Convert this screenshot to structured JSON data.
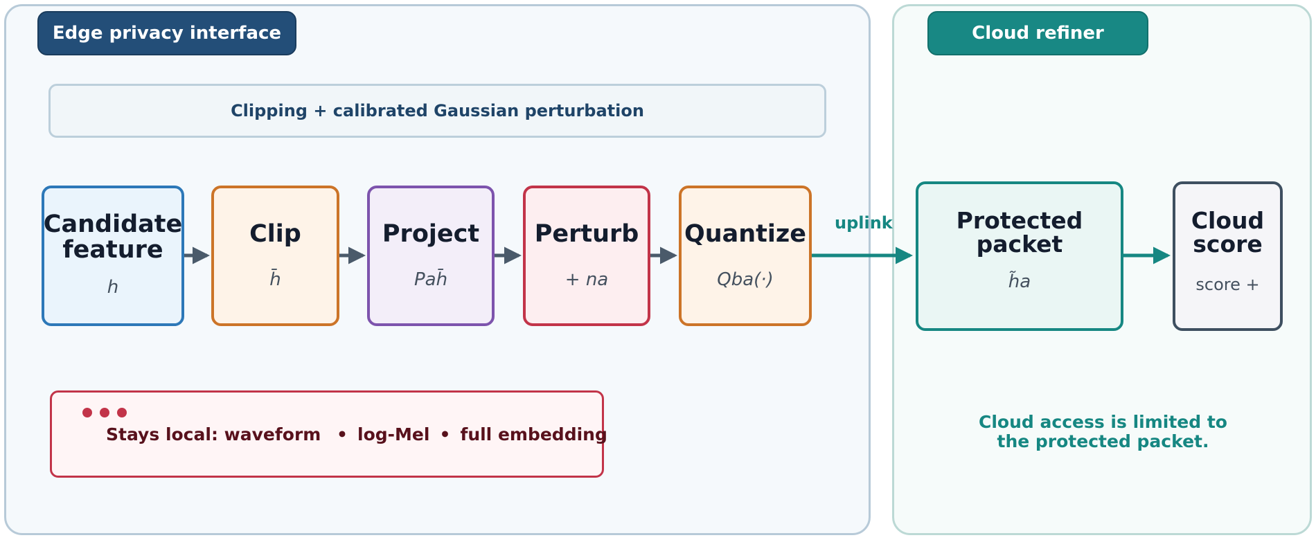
{
  "edge_panel": {
    "title": "Edge privacy interface",
    "banner": "Clipping + calibrated Gaussian perturbation",
    "nodes": [
      {
        "title": "Candidate feature",
        "symbol": "h"
      },
      {
        "title": "Clip",
        "symbol": "h̄"
      },
      {
        "title": "Project",
        "symbol": "Pah̄"
      },
      {
        "title": "Perturb",
        "symbol": "+ na"
      },
      {
        "title": "Quantize",
        "symbol": "Qba(·)"
      }
    ],
    "local_note": {
      "prefix": "Stays local:",
      "items": [
        "waveform",
        "log-Mel",
        "full embedding"
      ],
      "separator": "•"
    }
  },
  "uplink_label": "uplink",
  "cloud_panel": {
    "title": "Cloud refiner",
    "nodes": [
      {
        "title": "Protected packet",
        "symbol": "h̃a"
      },
      {
        "title": "Cloud score",
        "symbol": "score +"
      }
    ],
    "note": "Cloud access is limited to the protected packet."
  },
  "colors": {
    "edge_accent": "#234e78",
    "cloud_accent": "#188884",
    "local_red": "#c23449",
    "clip_orange": "#cc7428",
    "project_purple": "#7d54ad",
    "candidate_blue": "#2d78b8",
    "arrow_gray": "#4a5a6a"
  }
}
